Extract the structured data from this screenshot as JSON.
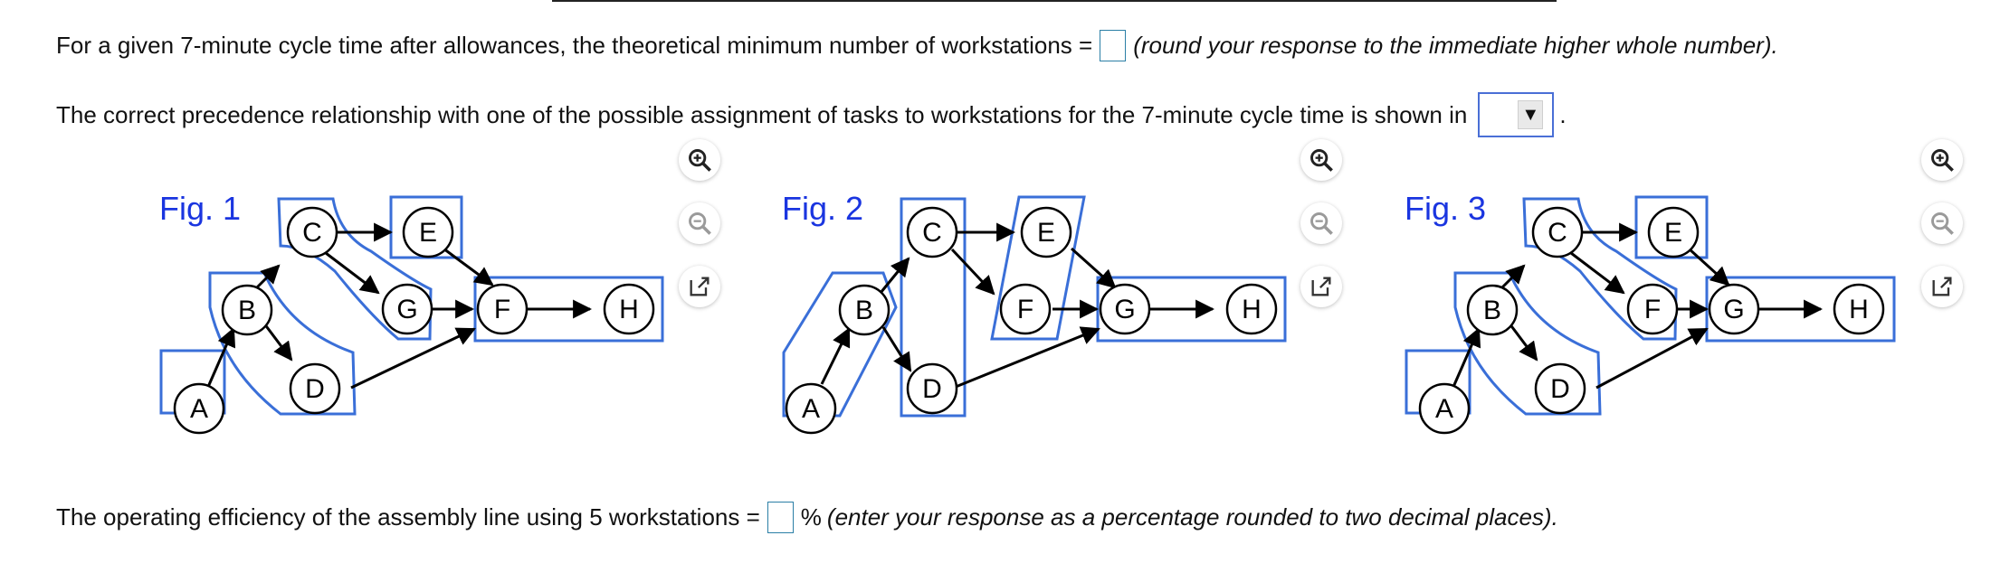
{
  "q1": {
    "text": "For a given 7-minute cycle time after allowances, the theoretical minimum number of workstations =",
    "note": "(round your response to the immediate higher whole number)."
  },
  "q2": {
    "text": "The correct precedence relationship with one of the possible assignment of tasks to workstations for the 7-minute cycle time is shown in",
    "selected": "",
    "after": "."
  },
  "q3": {
    "text": "The operating efficiency of the assembly line using 5 workstations =",
    "unit": "%",
    "note": "(enter your response as a percentage rounded to two decimal places)."
  },
  "figures": [
    {
      "label": "Fig. 1",
      "nodes": [
        "A",
        "B",
        "C",
        "D",
        "E",
        "G",
        "F",
        "H"
      ]
    },
    {
      "label": "Fig. 2",
      "nodes": [
        "A",
        "B",
        "C",
        "D",
        "E",
        "F",
        "G",
        "H"
      ]
    },
    {
      "label": "Fig. 3",
      "nodes": [
        "A",
        "B",
        "C",
        "D",
        "E",
        "F",
        "G",
        "H"
      ]
    }
  ],
  "icons": {
    "zoom_in": "zoom-in-icon",
    "zoom_out": "zoom-out-icon",
    "popout": "popout-icon"
  },
  "colors": {
    "outline": "#3a6fd8",
    "label": "#1a35e0"
  }
}
